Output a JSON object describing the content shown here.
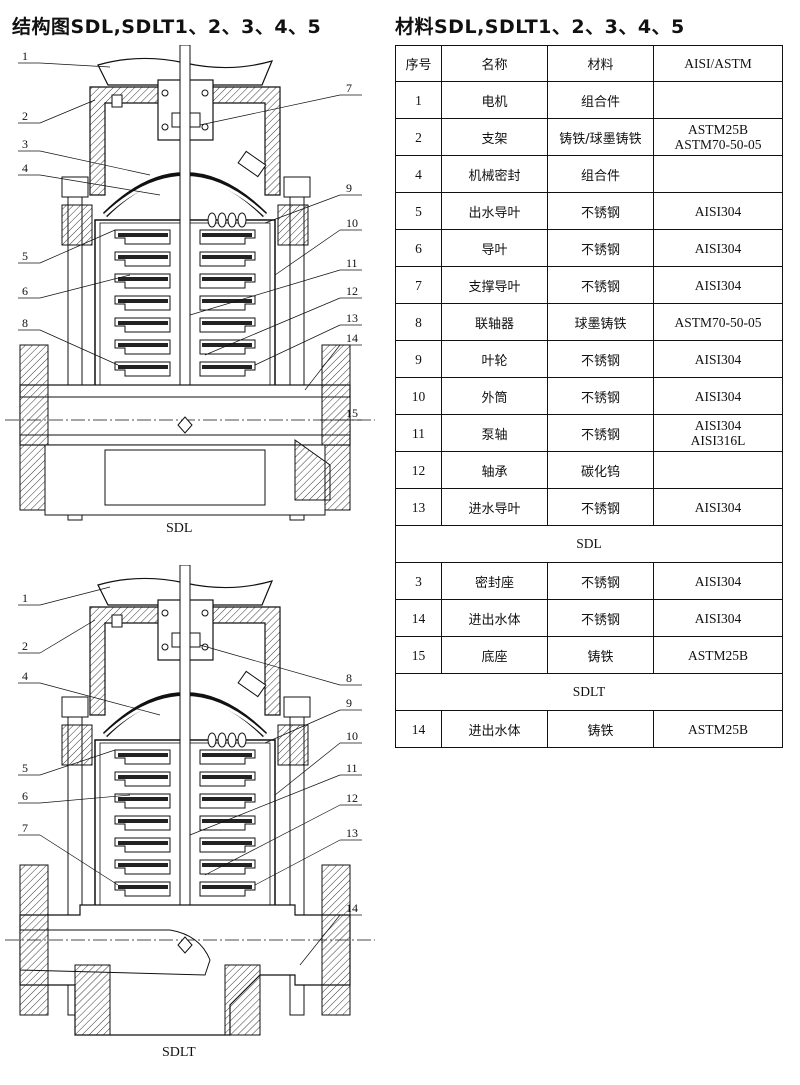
{
  "titles": {
    "structure": "结构图SDL,SDLT1、2、3、4、5",
    "materials": "材料SDL,SDLT1、2、3、4、5"
  },
  "captions": {
    "top": "SDL",
    "bottom": "SDLT"
  },
  "callouts_top": [
    "1",
    "2",
    "3",
    "4",
    "5",
    "6",
    "7",
    "8",
    "9",
    "10",
    "11",
    "12",
    "13",
    "14",
    "15"
  ],
  "callouts_bottom": [
    "1",
    "2",
    "4",
    "5",
    "6",
    "7",
    "8",
    "9",
    "10",
    "11",
    "12",
    "13",
    "14"
  ],
  "table": {
    "headers": [
      "序号",
      "名称",
      "材料",
      "AISI/ASTM"
    ],
    "rows": [
      {
        "no": "1",
        "name": "电机",
        "material": "组合件",
        "std": ""
      },
      {
        "no": "2",
        "name": "支架",
        "material": "铸铁/球墨铸铁",
        "std": "ASTM25B\nASTM70-50-05"
      },
      {
        "no": "4",
        "name": "机械密封",
        "material": "组合件",
        "std": ""
      },
      {
        "no": "5",
        "name": "出水导叶",
        "material": "不锈钢",
        "std": "AISI304"
      },
      {
        "no": "6",
        "name": "导叶",
        "material": "不锈钢",
        "std": "AISI304"
      },
      {
        "no": "7",
        "name": "支撑导叶",
        "material": "不锈钢",
        "std": "AISI304"
      },
      {
        "no": "8",
        "name": "联轴器",
        "material": "球墨铸铁",
        "std": "ASTM70-50-05"
      },
      {
        "no": "9",
        "name": "叶轮",
        "material": "不锈钢",
        "std": "AISI304"
      },
      {
        "no": "10",
        "name": "外筒",
        "material": "不锈钢",
        "std": "AISI304"
      },
      {
        "no": "11",
        "name": "泵轴",
        "material": "不锈钢",
        "std": "AISI304\nAISI316L"
      },
      {
        "no": "12",
        "name": "轴承",
        "material": "碳化钨",
        "std": ""
      },
      {
        "no": "13",
        "name": "进水导叶",
        "material": "不锈钢",
        "std": "AISI304"
      }
    ],
    "section_sdl": "SDL",
    "rows_sdl": [
      {
        "no": "3",
        "name": "密封座",
        "material": "不锈钢",
        "std": "AISI304"
      },
      {
        "no": "14",
        "name": "进出水体",
        "material": "不锈钢",
        "std": "AISI304"
      },
      {
        "no": "15",
        "name": "底座",
        "material": "铸铁",
        "std": "ASTM25B"
      }
    ],
    "section_sdlt": "SDLT",
    "rows_sdlt": [
      {
        "no": "14",
        "name": "进出水体",
        "material": "铸铁",
        "std": "ASTM25B"
      }
    ]
  }
}
